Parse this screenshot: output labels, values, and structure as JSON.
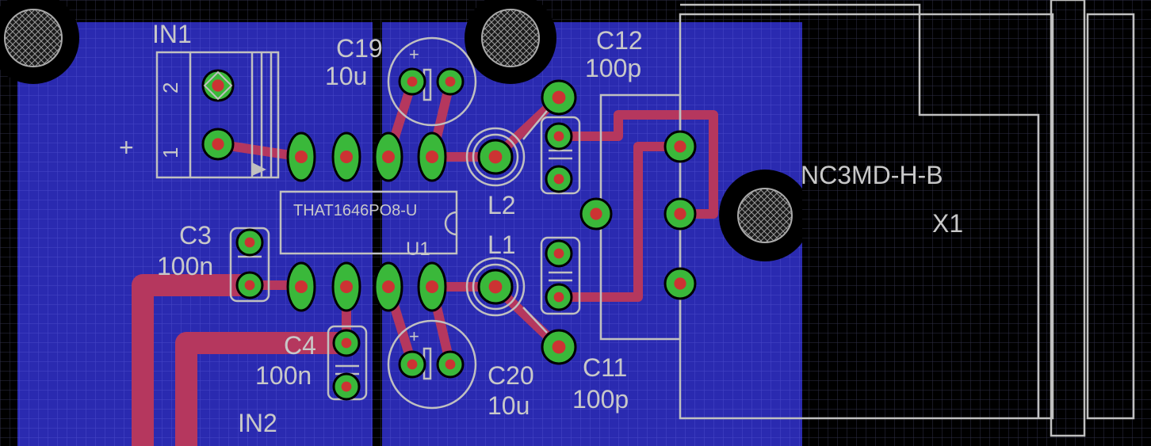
{
  "labels": {
    "in1": "IN1",
    "in2": "IN2",
    "c19": "C19",
    "c19_val": "10u",
    "c12": "C12",
    "c12_val": "100p",
    "c3": "C3",
    "c3_val": "100n",
    "c4": "C4",
    "c4_val": "100n",
    "c20": "C20",
    "c20_val": "10u",
    "c11": "C11",
    "c11_val": "100p",
    "l1": "L1",
    "l2": "L2",
    "u1": "U1",
    "ic_value": "THAT1646PO8-U",
    "connector_value": "NC3MD-H-B",
    "x1": "X1",
    "pin1": "1",
    "pin2": "2",
    "plus": "+",
    "cap_plus": "+"
  },
  "colors": {
    "background": "#000000",
    "copper_pour": "#2a2ab0",
    "trace": "#b5375e",
    "pad": "#3ab83a",
    "drill": "#cc3333",
    "silkscreen": "#c0c0c0",
    "grid": "#2a2a40"
  }
}
